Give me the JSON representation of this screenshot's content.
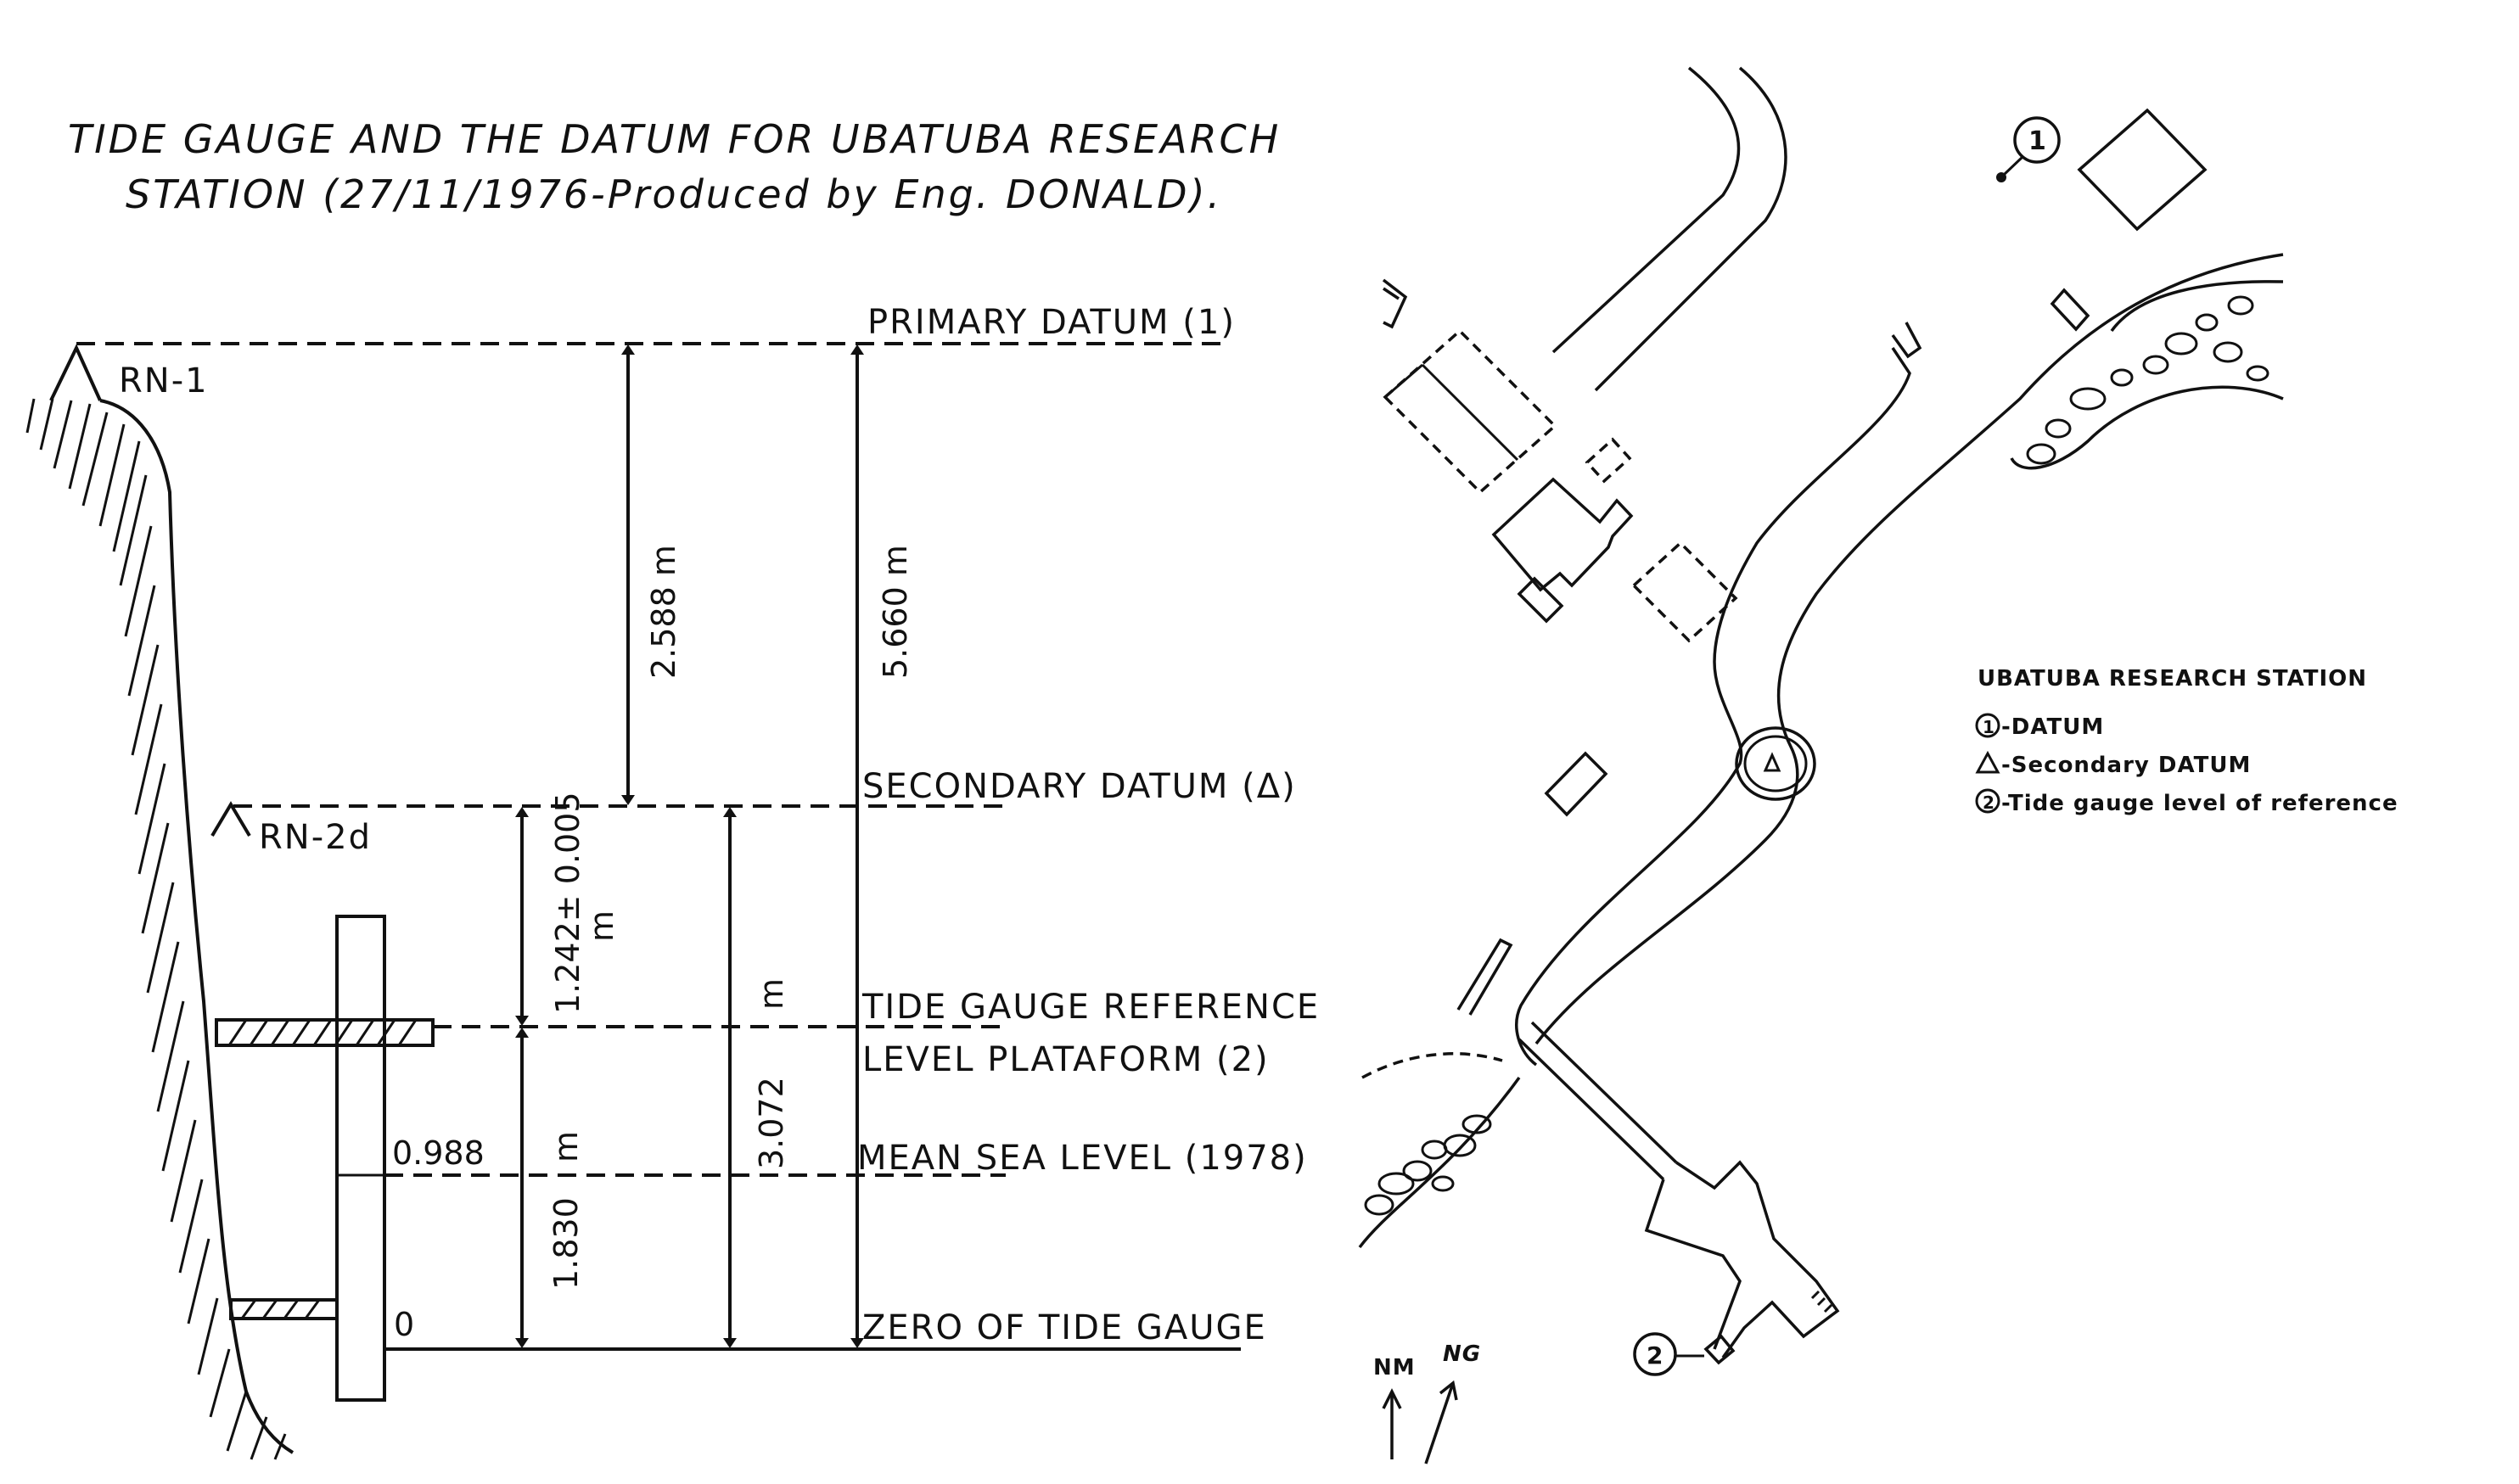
{
  "title": {
    "line1": "TIDE GAUGE AND THE DATUM FOR UBATUBA RESEARCH",
    "line2": "STATION (27/11/1976-Produced by Eng. DONALD)."
  },
  "benchmarks": {
    "rn1": "RN-1",
    "rn2": "RN-2d"
  },
  "levels": {
    "primary": "PRIMARY DATUM (1)",
    "secondary": "SECONDARY DATUM (Δ)",
    "tide_ref_line1": "TIDE GAUGE REFERENCE",
    "tide_ref_line2": "LEVEL PLATAFORM (2)",
    "msl": "MEAN SEA LEVEL (1978)",
    "zero": "ZERO OF TIDE GAUGE"
  },
  "dimensions": {
    "d_2588": "2.588 m",
    "d_5660": "5.660 m",
    "d_1242": "1.242± 0.005",
    "d_1242_unit": "m",
    "d_3072": "3.072",
    "d_3072_unit": "m",
    "d_1830": "1.830",
    "d_1830_unit": "m"
  },
  "staff": {
    "reading_msl": "0.988",
    "reading_zero": "0"
  },
  "map": {
    "marker_datum": "1",
    "marker_tide": "2",
    "north_magnetic": "NM",
    "north_geographic": "NG"
  },
  "legend": {
    "title": "UBATUBA RESEARCH STATION",
    "datum": "-DATUM",
    "secondary": "-Secondary DATUM",
    "tide": "-Tide gauge level of reference",
    "datum_symbol": "1",
    "tide_symbol": "2"
  }
}
